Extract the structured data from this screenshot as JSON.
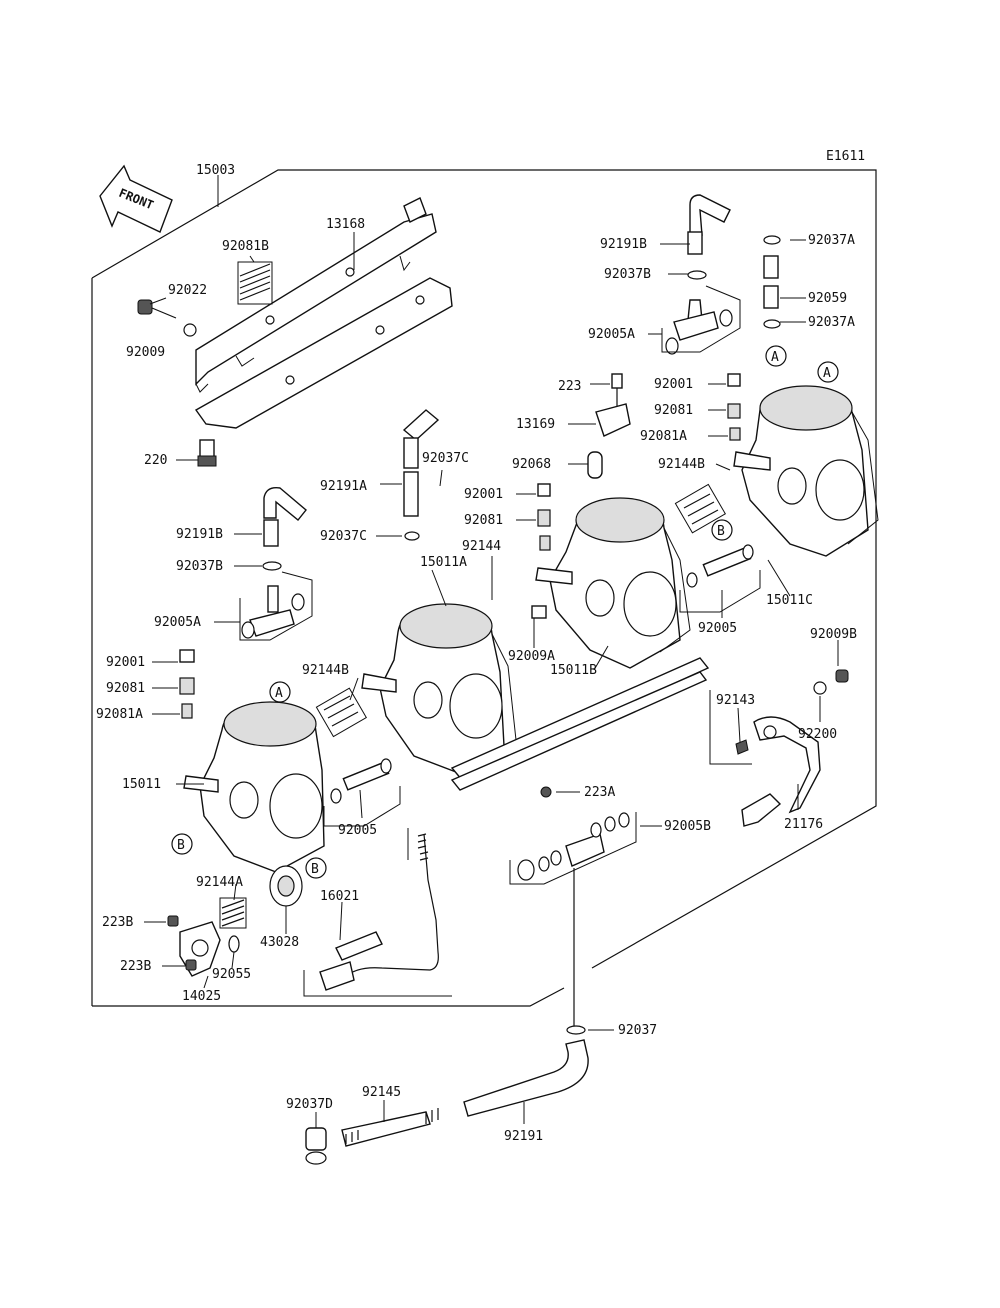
{
  "diagram_code": "E1611",
  "front_label": "FRONT",
  "callout_letters": {
    "a": "A",
    "b": "B"
  },
  "labels": {
    "p15003": "15003",
    "p13168": "13168",
    "p92081B_1": "92081B",
    "p92022": "92022",
    "p92009": "92009",
    "p220": "220",
    "p92191B_1": "92191B",
    "p92037A_1": "92037A",
    "p92037B_1": "92037B",
    "p92059": "92059",
    "p92005A_1": "92005A",
    "p92037A_2": "92037A",
    "p223": "223",
    "p92001_1": "92001",
    "p13169": "13169",
    "p92081_1": "92081",
    "p92081A_1": "92081A",
    "p92068": "92068",
    "p92144B_1": "92144B",
    "p92001_2": "92001",
    "p92081_2": "92081",
    "p92191A": "92191A",
    "p92037C_1": "92037C",
    "p92037C_2": "92037C",
    "p92144": "92144",
    "p15011A": "15011A",
    "p92191B_2": "92191B",
    "p92037B_2": "92037B",
    "p92005A_2": "92005A",
    "p92009A": "92009A",
    "p15011C": "15011C",
    "p92005_1": "92005",
    "p92001_3": "92001",
    "p92081_3": "92081",
    "p92081A_2": "92081A",
    "p92144B_2": "92144B",
    "p15011B": "15011B",
    "p92009B": "92009B",
    "p92143": "92143",
    "p92200": "92200",
    "p15011": "15011",
    "p92005_2": "92005",
    "p223A": "223A",
    "p21176": "21176",
    "p92005B": "92005B",
    "p92144A": "92144A",
    "p16021": "16021",
    "p223B_1": "223B",
    "p43028": "43028",
    "p92055": "92055",
    "p223B_2": "223B",
    "p14025": "14025",
    "p92037": "92037",
    "p92037D": "92037D",
    "p92145": "92145",
    "p92191": "92191"
  }
}
